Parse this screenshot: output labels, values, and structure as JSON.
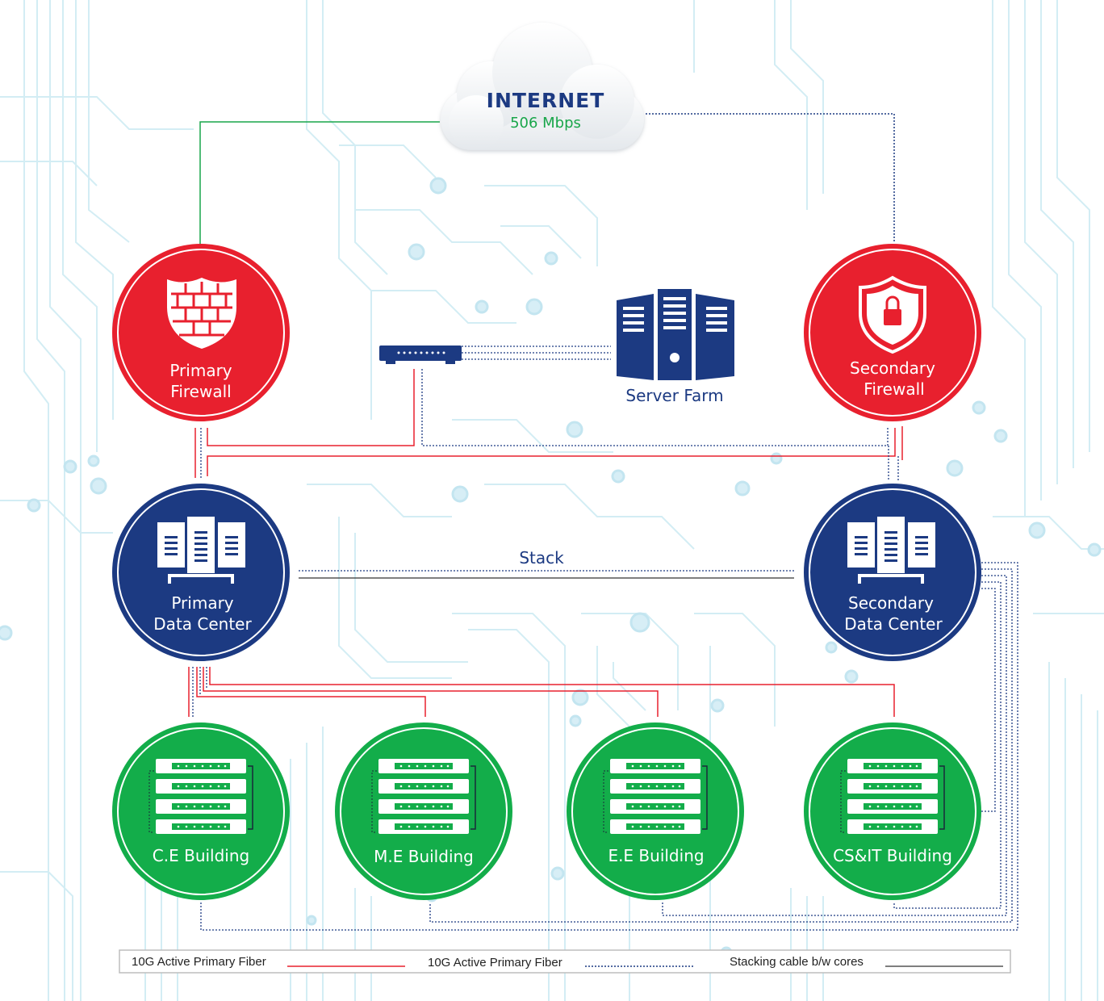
{
  "colors": {
    "red": "#e8202e",
    "navy": "#1c3a82",
    "green": "#13ad4a",
    "line_green": "#19a64a",
    "circuit": "#c4e6f0"
  },
  "internet": {
    "title": "INTERNET",
    "speed": "506 Mbps",
    "icon": "cloud-icon"
  },
  "firewalls": {
    "primary": {
      "line1": "Primary",
      "line2": "Firewall",
      "icon": "brick-shield-icon"
    },
    "secondary": {
      "line1": "Secondary",
      "line2": "Firewall",
      "icon": "lock-shield-icon"
    }
  },
  "server_farm": {
    "label": "Server Farm",
    "icon": "server-towers-icon"
  },
  "switch": {
    "icon": "network-switch-icon"
  },
  "data_centers": {
    "primary": {
      "line1": "Primary",
      "line2": "Data Center",
      "icon": "server-rack-icon"
    },
    "secondary": {
      "line1": "Secondary",
      "line2": "Data Center",
      "icon": "server-rack-icon"
    }
  },
  "stack_label": "Stack",
  "buildings": [
    {
      "label": "C.E Building",
      "icon": "rack-stack-icon"
    },
    {
      "label": "M.E Building",
      "icon": "rack-stack-icon"
    },
    {
      "label": "E.E Building",
      "icon": "rack-stack-icon"
    },
    {
      "label": "CS&IT Building",
      "icon": "rack-stack-icon"
    }
  ],
  "legend": [
    {
      "label": "10G Active Primary Fiber",
      "style": "solid-red"
    },
    {
      "label": "10G Active Primary Fiber",
      "style": "dotted-navy"
    },
    {
      "label": "Stacking cable b/w cores",
      "style": "solid-dark"
    }
  ]
}
